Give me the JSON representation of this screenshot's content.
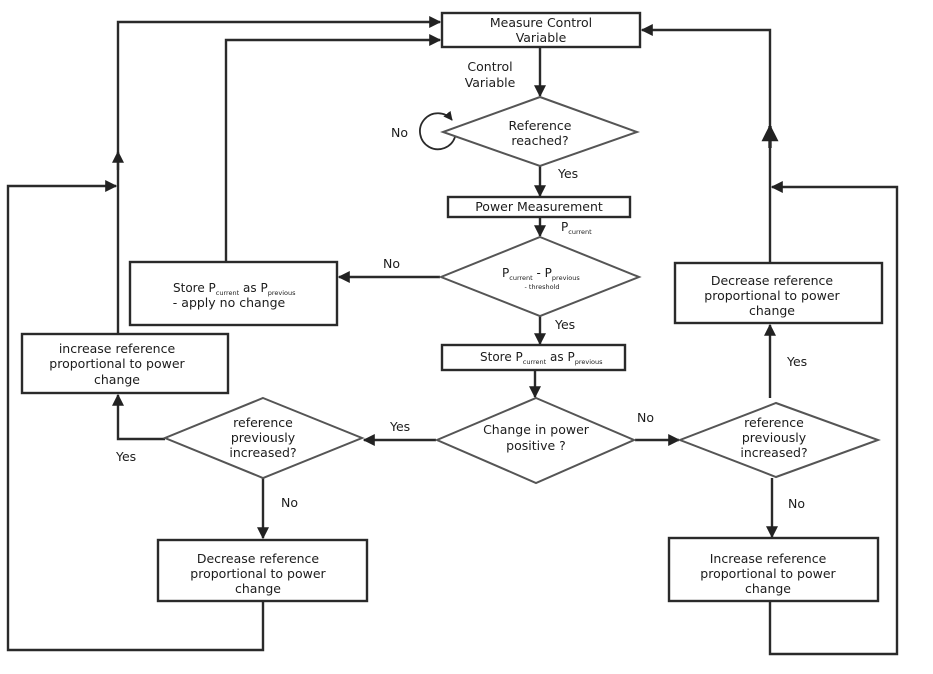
{
  "diagram": {
    "type": "flowchart",
    "nodes": {
      "measure": {
        "line1": "Measure Control",
        "line2": "Variable"
      },
      "reference_reached": {
        "line1": "Reference",
        "line2": "reached?"
      },
      "power_measurement": {
        "label": "Power Measurement"
      },
      "threshold_check": {
        "p1": "P",
        "p1_sub": "current",
        "minus": " - ",
        "p2": "P",
        "p2_sub": "previous",
        "line2": "- threshold"
      },
      "store_no_change": {
        "store": "Store P",
        "sub1": "current",
        "as": " as P",
        "sub2": "previous",
        "line2": "- apply no change"
      },
      "store_previous": {
        "store": "Store P",
        "sub1": "current",
        "as": " as P",
        "sub2": "previous"
      },
      "change_positive": {
        "line1": "Change in power",
        "line2": "positive ?"
      },
      "left_decision": {
        "line1": "reference",
        "line2": "previously",
        "line3": "increased?"
      },
      "right_decision": {
        "line1": "reference",
        "line2": "previously",
        "line3": "increased?"
      },
      "increase_left": {
        "line1": "increase reference",
        "line2": "proportional to power",
        "line3": "change"
      },
      "decrease_right": {
        "line1": "Decrease reference",
        "line2": "proportional to power",
        "line3": "change"
      },
      "decrease_bottom": {
        "line1": "Decrease reference",
        "line2": "proportional to power",
        "line3": "change"
      },
      "increase_bottom": {
        "line1": "Increase reference",
        "line2": "proportional to power",
        "line3": "change"
      }
    },
    "edge_labels": {
      "control_variable_1": "Control",
      "control_variable_2": "Variable",
      "ref_no": "No",
      "ref_yes": "Yes",
      "p_current": "P",
      "p_current_sub": "current",
      "threshold_no": "No",
      "threshold_yes": "Yes",
      "change_yes": "Yes",
      "change_no": "No",
      "left_yes": "Yes",
      "left_no": "No",
      "right_yes": "Yes",
      "right_no": "No"
    }
  }
}
